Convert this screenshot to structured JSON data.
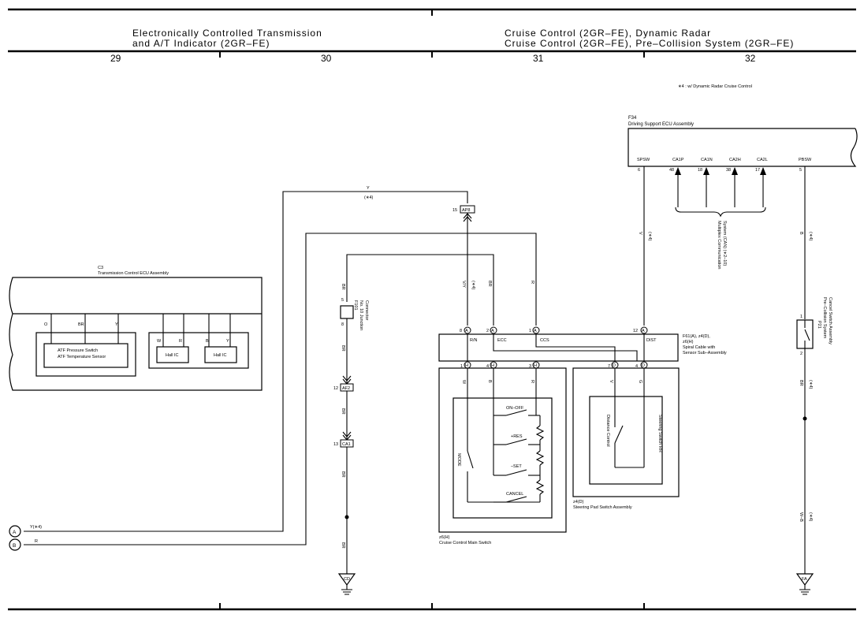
{
  "header": {
    "left_line1": "Electronically Controlled Transmission",
    "left_line2": "and A/T Indicator (2GR–FE)",
    "right_line1": "Cruise Control (2GR–FE),  Dynamic Radar",
    "right_line2": "Cruise Control (2GR–FE),  Pre–Collision System (2GR–FE)",
    "columns": [
      "29",
      "30",
      "31",
      "32"
    ]
  },
  "note": "∗4 : w/ Dynamic Radar Cruise Control",
  "components": {
    "f34": {
      "code": "F34",
      "name": "Driving Support ECU Assembly",
      "terminals": [
        {
          "name": "SPSW",
          "pin": "6"
        },
        {
          "name": "CA1P",
          "pin": "48"
        },
        {
          "name": "CA1N",
          "pin": "18"
        },
        {
          "name": "CA2H",
          "pin": "38"
        },
        {
          "name": "CA2L",
          "pin": "17"
        },
        {
          "name": "PBSW",
          "pin": "5"
        }
      ]
    },
    "c3": {
      "code": "C3",
      "name": "Transmission Control ECU Assembly",
      "pins": [
        "O",
        "BR",
        "Y",
        "W",
        "R",
        "B",
        "Y"
      ],
      "sensor_line1": "ATF Pressure Switch",
      "sensor_line2": "ATF Temperature Sensor",
      "hall1": "Hall IC",
      "hall2": "Hall IC"
    },
    "f101": {
      "code": "F101",
      "line1": "No. 10 Junction",
      "line2": "Connector",
      "pin_top": "5",
      "pin_bottom": "8"
    },
    "f61": {
      "code": "F61(A), z4(D),",
      "code2": "z6(H)",
      "line1": "Spiral Cable with",
      "line2": "Sensor Sub–Assembly",
      "top_pins": [
        "8",
        "2",
        "1",
        "12"
      ],
      "top_terms": [
        "R/N",
        "ECC",
        "CCS",
        "DIST"
      ],
      "bottom_pins": [
        "1",
        "4",
        "3",
        "7",
        "4"
      ]
    },
    "z6": {
      "code": "z6(H)",
      "name": "Cruise Control Main Switch",
      "switches": [
        "ON–OFF",
        "+RES",
        "–SET",
        "CANCEL"
      ],
      "mode": "MODE"
    },
    "z4": {
      "code": "z4(D)",
      "name": "Steering Pad Switch Assembly",
      "distance": "Distance Control",
      "steering": "Steering Switch RH"
    },
    "p21": {
      "code": "P21",
      "line1": "Pre–Collision System",
      "line2": "Cancel Switch Assembly",
      "pin_top": "1",
      "pin_bottom": "2"
    },
    "multiplex": {
      "line1": "Multiplex Communication",
      "line2": "System (CAN) (∗2–10)"
    }
  },
  "connectors": {
    "ap8": {
      "pin": "15",
      "code": "AP8"
    },
    "af2": {
      "pin": "12",
      "code": "AF2"
    },
    "ca1": {
      "pin": "13",
      "code": "CA1"
    }
  },
  "wires": {
    "y_top": "Y",
    "star4": "(∗4)",
    "a_label": "Y(∗4)",
    "b_label": "R",
    "br": "BR",
    "vy": "V/Y",
    "r": "R",
    "v": "V",
    "b": "B",
    "w": "W",
    "g": "G",
    "w_b": "W–B"
  },
  "grounds": {
    "left": "CD",
    "right": "FA"
  },
  "refs": {
    "a": "A",
    "b": "B",
    "circA": "A",
    "circH": "H",
    "circD": "D"
  }
}
